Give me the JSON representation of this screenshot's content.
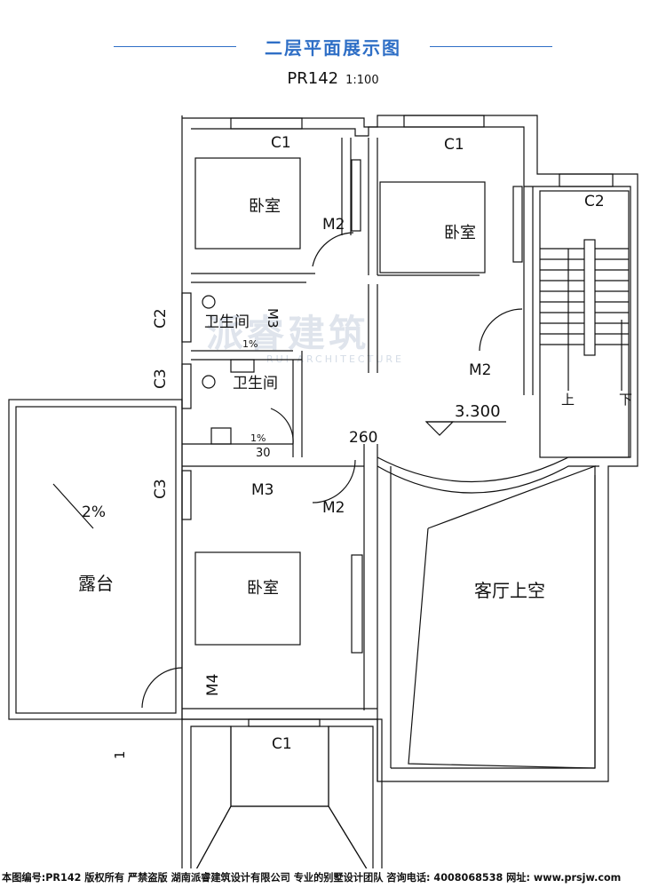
{
  "header": {
    "title": "二层平面展示图",
    "code": "PR142",
    "scale": "1:100"
  },
  "rooms": {
    "bedroom_1": "卧室",
    "bedroom_2": "卧室",
    "bedroom_3": "卧室",
    "bathroom_1": "卫生间",
    "bathroom_2": "卫生间",
    "terrace": "露台",
    "living_void": "客厅上空"
  },
  "labels": {
    "window_c1_a": "C1",
    "window_c1_b": "C1",
    "window_c1_c": "C1",
    "window_c2_a": "C2",
    "window_c2_b": "C2",
    "window_c3_a": "C3",
    "window_c3_b": "C3",
    "door_m2_a": "M2",
    "door_m2_b": "M2",
    "door_m2_c": "M2",
    "door_m3_a": "M3",
    "door_m3_b": "M3",
    "door_m4": "M4",
    "stair_up": "上",
    "stair_down": "下",
    "elevation": "3.300",
    "dim_260": "260",
    "slope_terrace": "2%",
    "slope_bath_a": "1%",
    "slope_bath_b": "1%",
    "dim_30": "30",
    "side_mark": "1"
  },
  "watermark": {
    "text": "派睿建筑",
    "sub": "RUI ARCHITECTURE"
  },
  "footer": {
    "text": "本图编号:PR142 版权所有 严禁盗版 湖南派睿建筑设计有限公司 专业的别墅设计团队 咨询电话: 4008068538 网址: www.prsjw.com"
  },
  "colors": {
    "accent": "#2f6fc6",
    "line": "#111111"
  }
}
